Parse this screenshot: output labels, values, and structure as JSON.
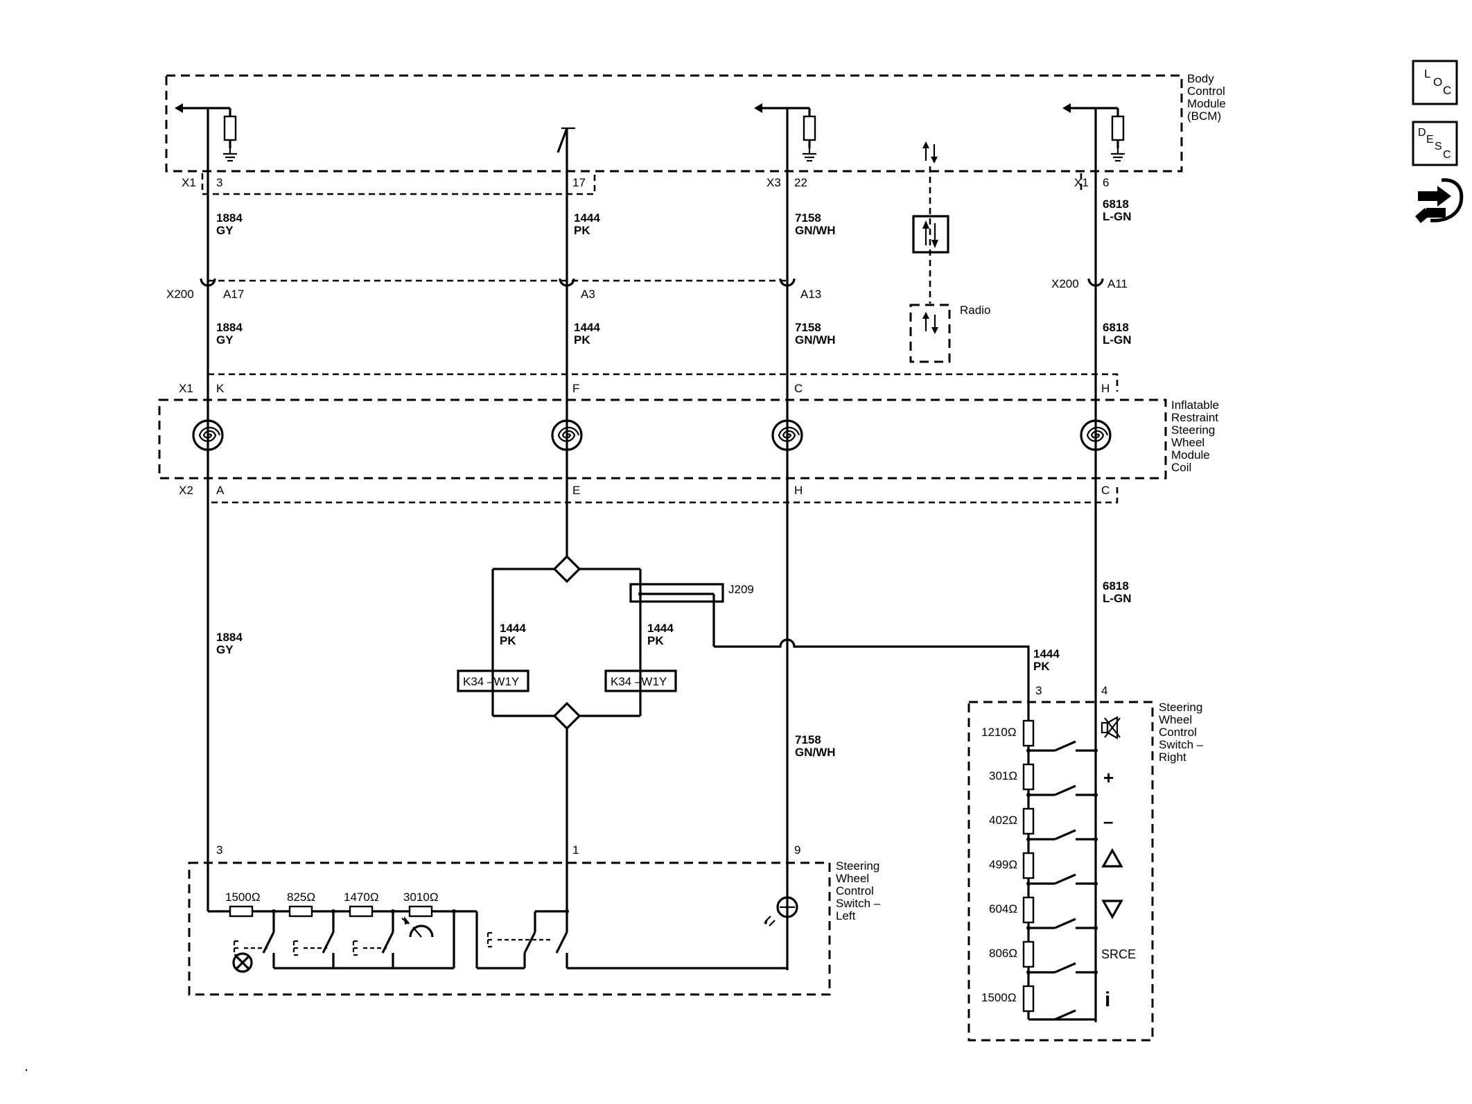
{
  "components": {
    "bcm": [
      "Body",
      "Control",
      "Module",
      "(BCM)"
    ],
    "radio": "Radio",
    "coil": [
      "Inflatable",
      "Restraint",
      "Steering",
      "Wheel",
      "Module",
      "Coil"
    ],
    "swc_left": [
      "Steering",
      "Wheel",
      "Control",
      "Switch –",
      "Left"
    ],
    "swc_right": [
      "Steering",
      "Wheel",
      "Control",
      "Switch –",
      "Right"
    ],
    "splice": "J209",
    "options": [
      "K34 –W1Y",
      "K34 –W1Y"
    ]
  },
  "connectors": {
    "x1": "X1",
    "x3": "X3",
    "x2": "X2",
    "x200": "X200",
    "bcm_pins": [
      "3",
      "17",
      "22",
      "6"
    ],
    "x200_pins": [
      "A17",
      "A3",
      "A13",
      "A11"
    ],
    "coil_x1_pins": [
      "K",
      "F",
      "C",
      "H"
    ],
    "coil_x2_pins": [
      "A",
      "E",
      "H",
      "C"
    ],
    "left_switch_pins": [
      "3",
      "1",
      "9"
    ],
    "right_switch_pins": [
      "3",
      "4"
    ]
  },
  "wires": {
    "gy": [
      "1884",
      "GY"
    ],
    "pk": [
      "1444",
      "PK"
    ],
    "gnwh": [
      "7158",
      "GN/WH"
    ],
    "lgn": [
      "6818",
      "L-GN"
    ]
  },
  "resistors_left": [
    "1500Ω",
    "825Ω",
    "1470Ω",
    "3010Ω"
  ],
  "resistors_right": [
    "1210Ω",
    "301Ω",
    "402Ω",
    "499Ω",
    "604Ω",
    "806Ω",
    "1500Ω"
  ],
  "right_switch_symbols": {
    "plus": "+",
    "minus": "–",
    "source": "SRCE",
    "info": "i"
  },
  "sidebar": {
    "loc": [
      "L",
      "O",
      "C"
    ],
    "desc": [
      "D",
      "E",
      "S",
      "C"
    ]
  },
  "icons": [
    "mute-icon",
    "volume-up-icon",
    "volume-down-icon",
    "seek-up-icon",
    "seek-down-icon",
    "source-icon",
    "info-icon",
    "voice-recognition-icon",
    "speed-control-icon",
    "push-to-talk-icon",
    "illumination-lamp-icon",
    "serial-data-icon",
    "ground-icon",
    "coil-icon",
    "tool-icon"
  ]
}
